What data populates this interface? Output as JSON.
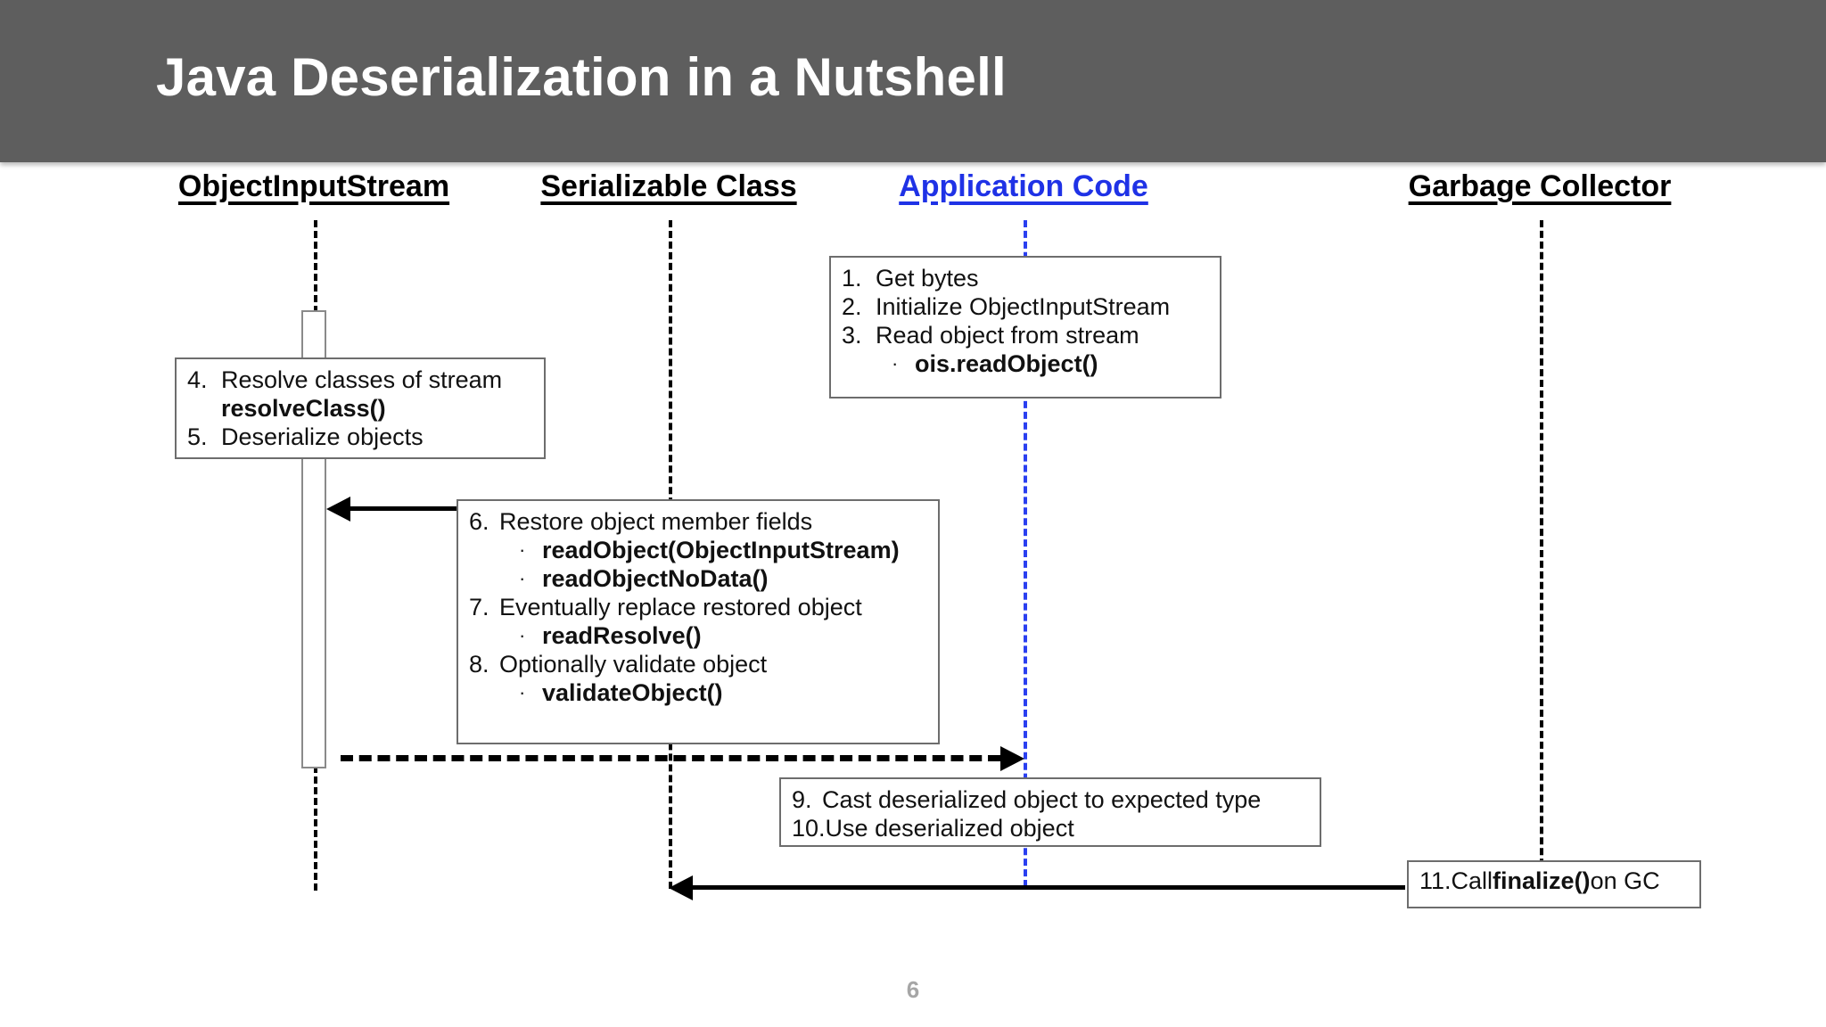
{
  "slide": {
    "title": "Java Deserialization in a Nutshell",
    "page_number": "6",
    "title_bar_color": "#5e5e5e",
    "accent_color": "#1f32e6"
  },
  "lifelines": [
    {
      "id": "object-input-stream",
      "label": "ObjectInputStream",
      "color": "#000000"
    },
    {
      "id": "serializable-class",
      "label": "Serializable Class",
      "color": "#000000"
    },
    {
      "id": "application-code",
      "label": "Application Code",
      "color": "#1f32e6"
    },
    {
      "id": "garbage-collector",
      "label": "Garbage Collector",
      "color": "#000000"
    }
  ],
  "notes": {
    "application_entry": {
      "lines": [
        {
          "num": "1.",
          "text": "Get bytes"
        },
        {
          "num": "2.",
          "text": "Initialize ObjectInputStream"
        },
        {
          "num": "3.",
          "text": "Read object from stream"
        }
      ],
      "sub": [
        {
          "bullet": "·",
          "text": "ois.readObject()"
        }
      ]
    },
    "resolve_classes": {
      "line1_num": "4.",
      "line1_text": "Resolve classes of stream",
      "line2_bold": "resolveClass()",
      "line3_num": "5.",
      "line3_text": "Deserialize objects"
    },
    "restore_object": {
      "step6_num": "6.",
      "step6_text": "Restore object member fields",
      "step6_subs": [
        {
          "bullet": "·",
          "text": "readObject(ObjectInputStream)"
        },
        {
          "bullet": "·",
          "text": "readObjectNoData()"
        }
      ],
      "step7_num": "7.",
      "step7_text": "Eventually replace restored object",
      "step7_subs": [
        {
          "bullet": "·",
          "text": "readResolve()"
        }
      ],
      "step8_num": "8.",
      "step8_text": "Optionally validate object",
      "step8_subs": [
        {
          "bullet": "·",
          "text": "validateObject()"
        }
      ]
    },
    "cast_and_use": {
      "line1_num": "9.",
      "line1_text": "Cast deserialized object to expected type",
      "line2_num": "10.",
      "line2_text": "Use deserialized object"
    },
    "finalize_on_gc": {
      "num": "11.",
      "prefix": "Call ",
      "bold": "finalize()",
      "suffix": " on GC"
    }
  }
}
